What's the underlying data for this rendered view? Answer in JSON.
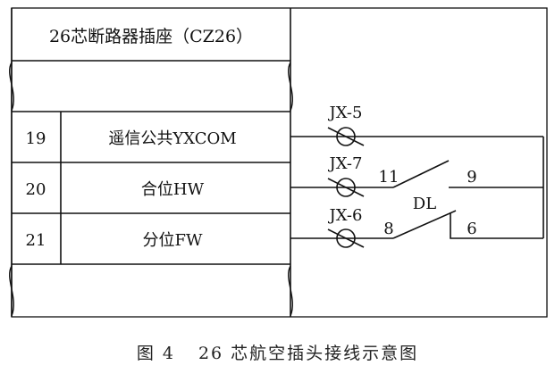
{
  "connector": {
    "title": "26芯断路器插座（CZ26）",
    "rows": [
      {
        "pin": "19",
        "label": "遥信公共YXCOM"
      },
      {
        "pin": "20",
        "label": "合位HW"
      },
      {
        "pin": "21",
        "label": "分位FW"
      }
    ]
  },
  "circuit": {
    "fuses": [
      "JX-5",
      "JX-7",
      "JX-6"
    ],
    "breaker_label": "DL",
    "contacts": [
      "11",
      "9",
      "8",
      "6"
    ]
  },
  "caption": {
    "figure": "图 4",
    "text": "26 芯航空插头接线示意图"
  }
}
